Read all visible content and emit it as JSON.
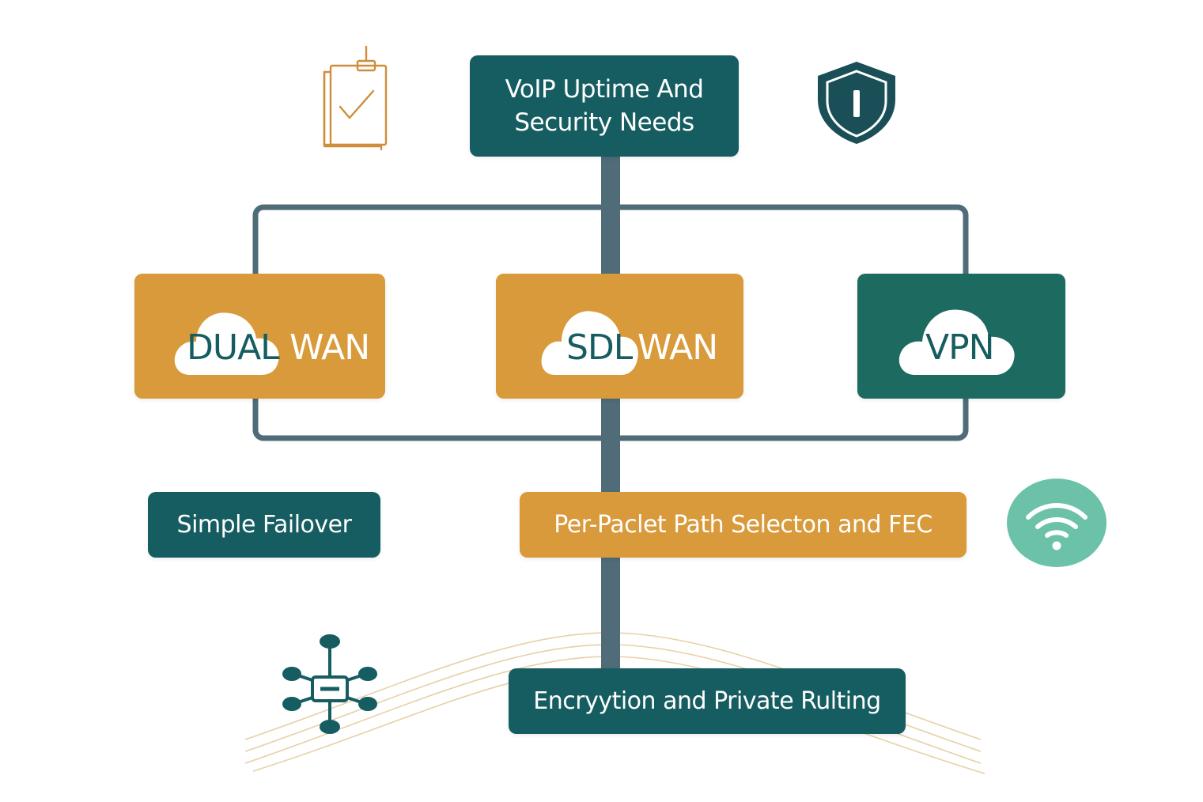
{
  "title": "VoIP Uptime And\nSecurity Needs",
  "options": [
    {
      "first": "DUAL",
      "second": "WAN"
    },
    {
      "first": "SDL",
      "second": "WAN"
    },
    {
      "first": "VPN",
      "second": ""
    }
  ],
  "features": {
    "dual_wan": "Simple Failover",
    "sd_wan": "Per-Paclet Path  Selecton and FEC",
    "vpn": "Encryytion and Private Rulting"
  },
  "icons": [
    "checklist-icon",
    "shield-icon",
    "wifi-icon",
    "network-hub-icon"
  ],
  "colors": {
    "teal": "#165d61",
    "green": "#1d6b60",
    "gold": "#d89a3a",
    "connector": "#4f6c78",
    "mint": "#6cc2a8"
  }
}
